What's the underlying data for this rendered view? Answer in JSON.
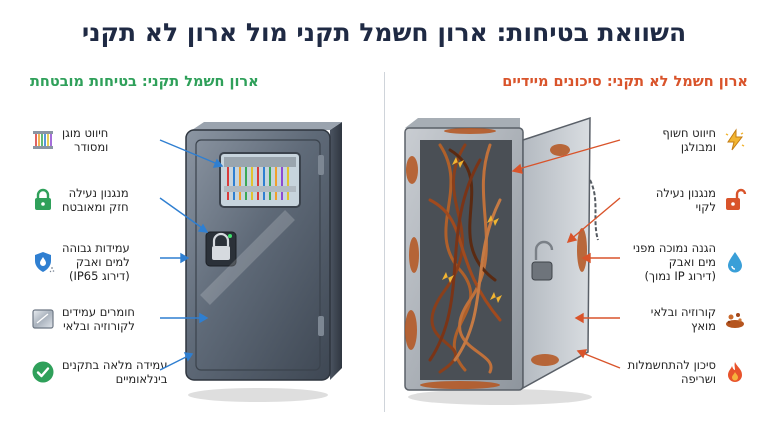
{
  "title": "השוואת בטיחות: ארון חשמל תקני מול ארון לא תקני",
  "non_standard": {
    "heading": "ארון חשמל לא תקני: סיכונים מיידיים",
    "color": "#d9542b",
    "items": [
      {
        "label_line1": "חיווט חשוף",
        "label_line2": "ומבולגן",
        "icon": "lightning-icon"
      },
      {
        "label_line1": "מנגנון נעילה",
        "label_line2": "לקוי",
        "icon": "broken-lock-icon"
      },
      {
        "label_line1": "הגנה נמוכה מפני",
        "label_line2": "מים ואבק",
        "label_line3": "(דירוג IP נמוך)",
        "icon": "water-drop-icon"
      },
      {
        "label_line1": "קורוזיה ובלאי",
        "label_line2": "מואץ",
        "icon": "rust-icon"
      },
      {
        "label_line1": "סיכון להתחשמלות",
        "label_line2": "ושריפה",
        "icon": "fire-icon"
      }
    ]
  },
  "standard": {
    "heading": "ארון חשמל תקני: בטיחות מובטחת",
    "color": "#2fa05a",
    "items": [
      {
        "label_line1": "חיווט מוגן",
        "label_line2": "ומסודר",
        "icon": "organized-wires-icon"
      },
      {
        "label_line1": "מנגנון נעילה",
        "label_line2": "חזק ומאובטח",
        "icon": "lock-icon"
      },
      {
        "label_line1": "עמידות גבוהה",
        "label_line2": "למים ואבק",
        "label_line3": "(דירוג IP65)",
        "icon": "water-shield-icon"
      },
      {
        "label_line1": "חומרים עמידים",
        "label_line2": "לקורוזיה ובלאי",
        "icon": "steel-plate-icon"
      },
      {
        "label_line1": "עמידה מלאה בתקנים",
        "label_line2": "בינלאומיים",
        "icon": "check-icon"
      }
    ]
  }
}
